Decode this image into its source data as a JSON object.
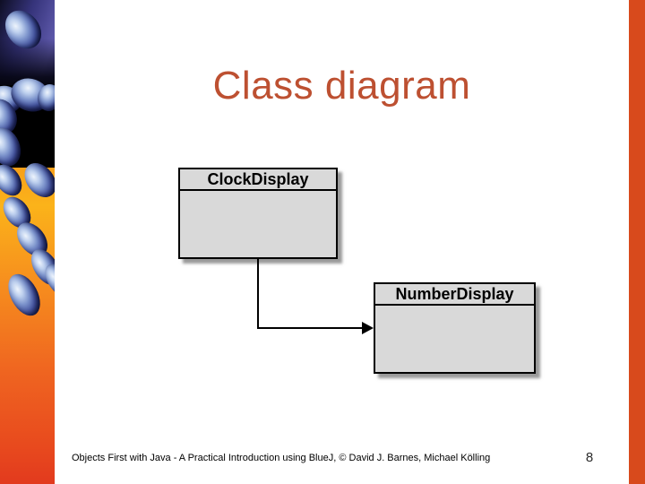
{
  "slide": {
    "title": "Class diagram",
    "footer_credit": "Objects First with Java - A Practical Introduction using BlueJ, © David J. Barnes, Michael Kölling",
    "page_number": "8"
  },
  "diagram": {
    "type": "uml-class-diagram",
    "classes": [
      {
        "name": "ClockDisplay"
      },
      {
        "name": "NumberDisplay"
      }
    ],
    "relations": [
      {
        "from": "ClockDisplay",
        "to": "NumberDisplay",
        "style": "directed-arrow"
      }
    ]
  },
  "colors": {
    "title_text": "#bd5031",
    "accent_strip": "#d84a1c",
    "class_box_fill": "#d9d9d9",
    "class_box_border": "#000000",
    "connector": "#000000",
    "sidebar_orange_top": "#f8a019",
    "sidebar_orange_bottom": "#e23a1e",
    "sidebar_purple": "#5e59ab"
  }
}
